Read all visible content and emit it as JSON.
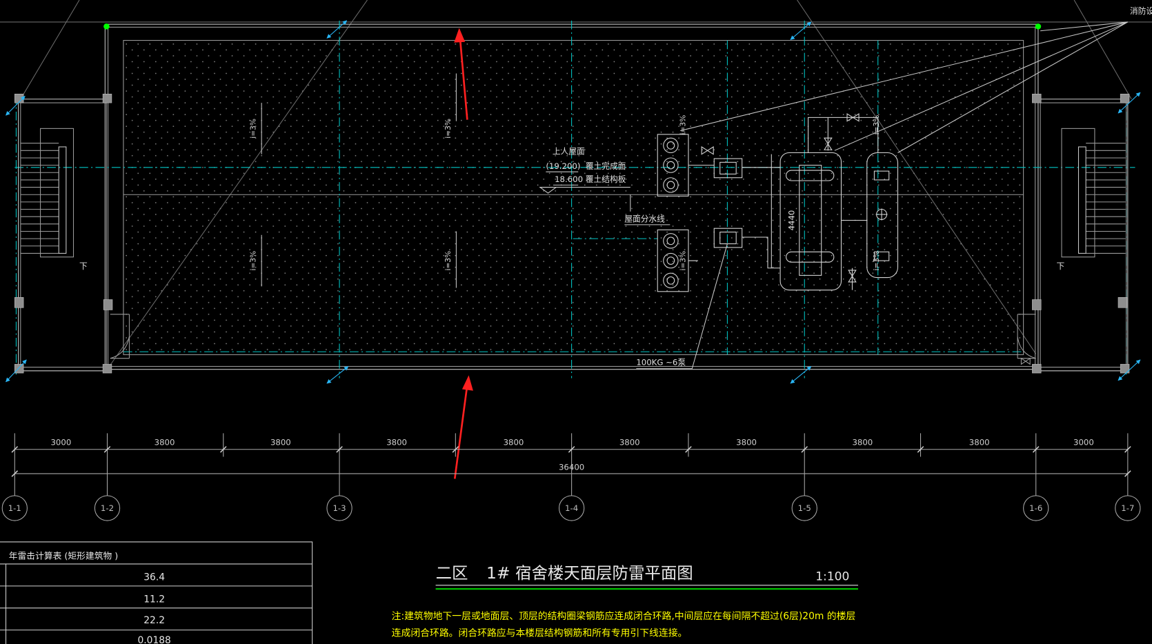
{
  "colors": {
    "background": "#000000",
    "outline": "#c8c8c8",
    "axis_dashed": "#00c8c8",
    "lightning_rod": "#00ff00",
    "note_text": "#ffff00",
    "highlight_arrow": "#ff2020",
    "title_underline": "#00c000"
  },
  "callout": "消防设",
  "roof": {
    "roof_label": "上人屋面",
    "elevation_finish": "(19.200)",
    "elevation_structure": "18.600",
    "finish_label": "覆土完成面",
    "structure_label": "覆土结构板",
    "ridge_label": "屋面分水线",
    "pump_label": "100KG ~6泵",
    "tank_length": "4440",
    "stair_down": [
      "下",
      "下"
    ],
    "slopes": [
      "i=3%",
      "i=3%",
      "i=3%",
      "i=3%",
      "i=3%",
      "i=3%",
      "i=3%",
      "i=3%"
    ]
  },
  "dimensions": {
    "segments": [
      "3000",
      "3800",
      "3800",
      "3800",
      "3800",
      "3800",
      "3800",
      "3800",
      "3800",
      "3000"
    ],
    "total": "36400"
  },
  "axes": [
    "1-1",
    "1-2",
    "1-3",
    "1-4",
    "1-5",
    "1-6",
    "1-7"
  ],
  "table": {
    "title": "年雷击计算表  (矩形建筑物  )",
    "rows": [
      "36.4",
      "11.2",
      "22.2",
      "0.0188"
    ]
  },
  "title_block": {
    "zone": "二区",
    "title": "1# 宿舍楼天面层防雷平面图",
    "scale": "1:100"
  },
  "notes": [
    "注:建筑物地下一层或地面层、顶层的结构圈梁钢筋应连成闭合环路,中间层应在每间隔不超过(6层)20m 的楼层",
    "连成闭合环路。闭合环路应与本楼层结构钢筋和所有专用引下线连接。"
  ]
}
